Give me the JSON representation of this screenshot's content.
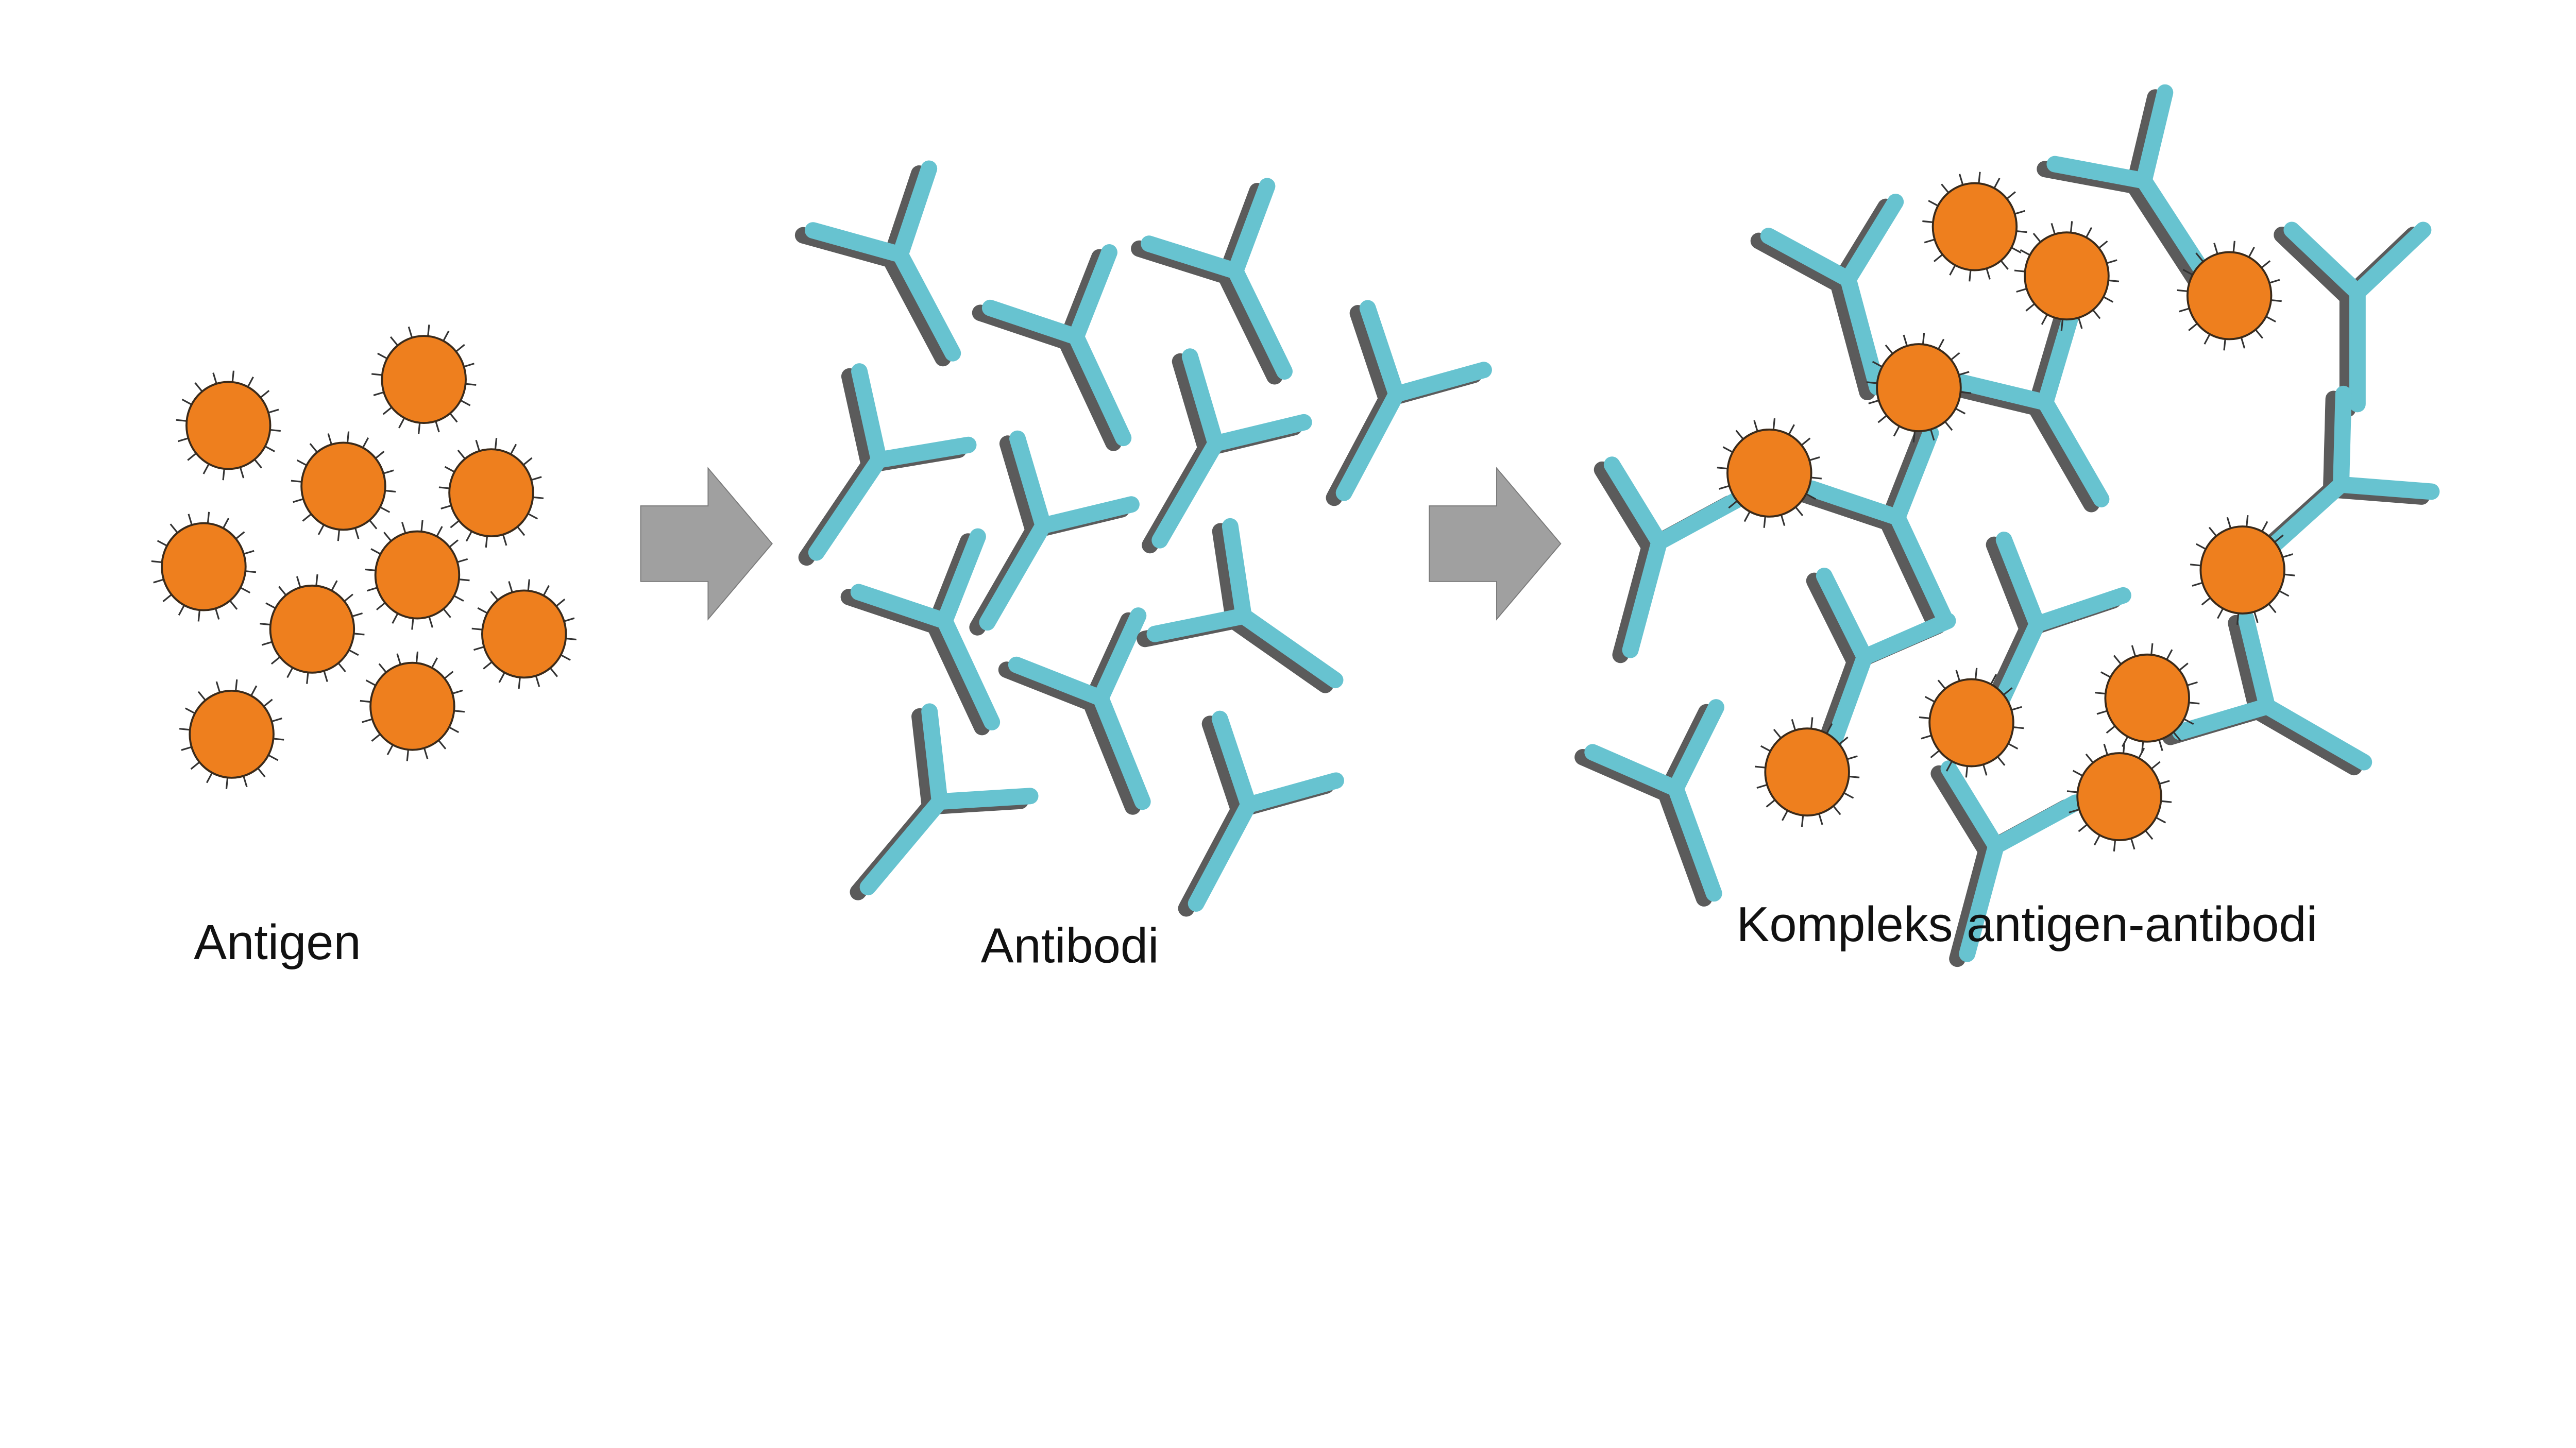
{
  "labels": {
    "antigen": "Antigen",
    "antibody": "Antibodi",
    "complex": "Kompleks antigen-antibodi"
  },
  "colors": {
    "antigen_fill": "#EE7F1E",
    "antigen_outline": "#3A2A1A",
    "antibody": "#67C3D0",
    "antibody_shadow": "#5B5B5B",
    "arrow": "#A0A0A0"
  },
  "icons": [
    "antigen-icon",
    "antibody-icon",
    "arrow-right-icon"
  ]
}
